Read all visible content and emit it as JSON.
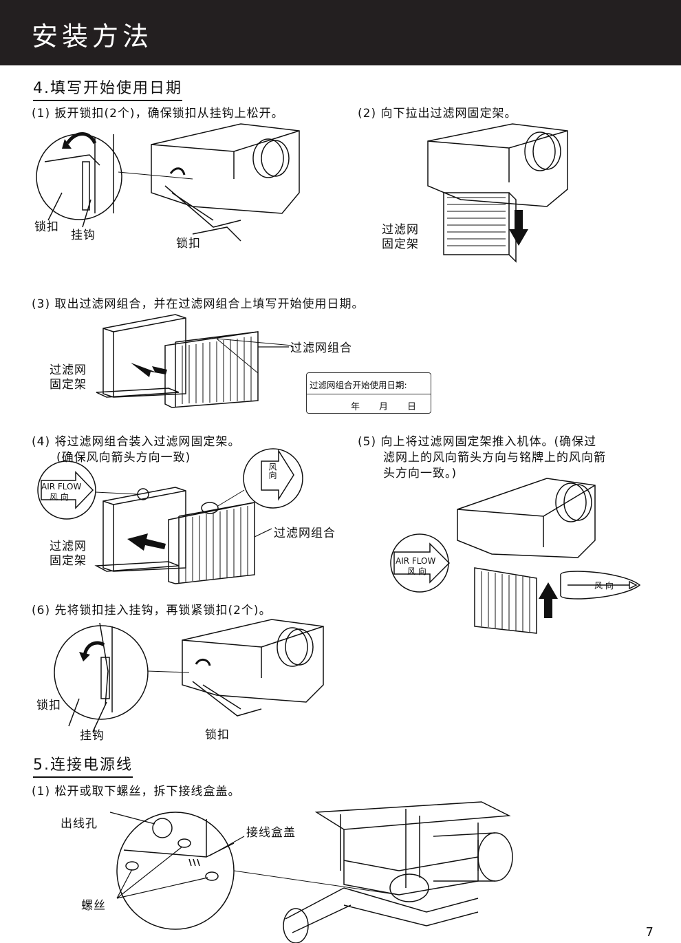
{
  "header": {
    "title": "安装方法"
  },
  "section4": {
    "title": "4.填写开始使用日期",
    "step1": {
      "text": "(1) 扳开锁扣(2个)，确保锁扣从挂钩上松开。",
      "lock_label": "锁扣",
      "hook_label": "挂钩",
      "lock_label2": "锁扣"
    },
    "step2": {
      "text": "(2) 向下拉出过滤网固定架。",
      "frame_label_1": "过滤网",
      "frame_label_2": "固定架"
    },
    "step3": {
      "text": "(3) 取出过滤网组合，并在过滤网组合上填写开始使用日期。",
      "frame_label_1": "过滤网",
      "frame_label_2": "固定架",
      "assembly_label": "过滤网组合",
      "date_box_title": "过滤网组合开始使用日期:",
      "year": "年",
      "month": "月",
      "day": "日"
    },
    "step4": {
      "text_1": "(4) 将过滤网组合装入过滤网固定架。",
      "text_2": "(确保风向箭头方向一致)",
      "airflow_en": "AIR FLOW",
      "airflow_cn": "风 向",
      "arrow_cn": "风向",
      "frame_label_1": "过滤网",
      "frame_label_2": "固定架",
      "assembly_label": "过滤网组合"
    },
    "step5": {
      "text_1": "(5) 向上将过滤网固定架推入机体。(确保过",
      "text_2": "滤网上的风向箭头方向与铭牌上的风向箭",
      "text_3": "头方向一致。)",
      "airflow_en": "AIR FLOW",
      "airflow_cn": "风 向",
      "arrow_cn": "风 向"
    },
    "step6": {
      "text": "(6) 先将锁扣挂入挂钩，再锁紧锁扣(2个)。",
      "lock_label": "锁扣",
      "hook_label": "挂钩",
      "lock_label2": "锁扣"
    }
  },
  "section5": {
    "title": "5.连接电源线",
    "step1": {
      "text": "(1) 松开或取下螺丝，拆下接线盒盖。",
      "outlet_label": "出线孔",
      "cover_label": "接线盒盖",
      "screw_label": "螺丝"
    }
  },
  "page_number": "7"
}
